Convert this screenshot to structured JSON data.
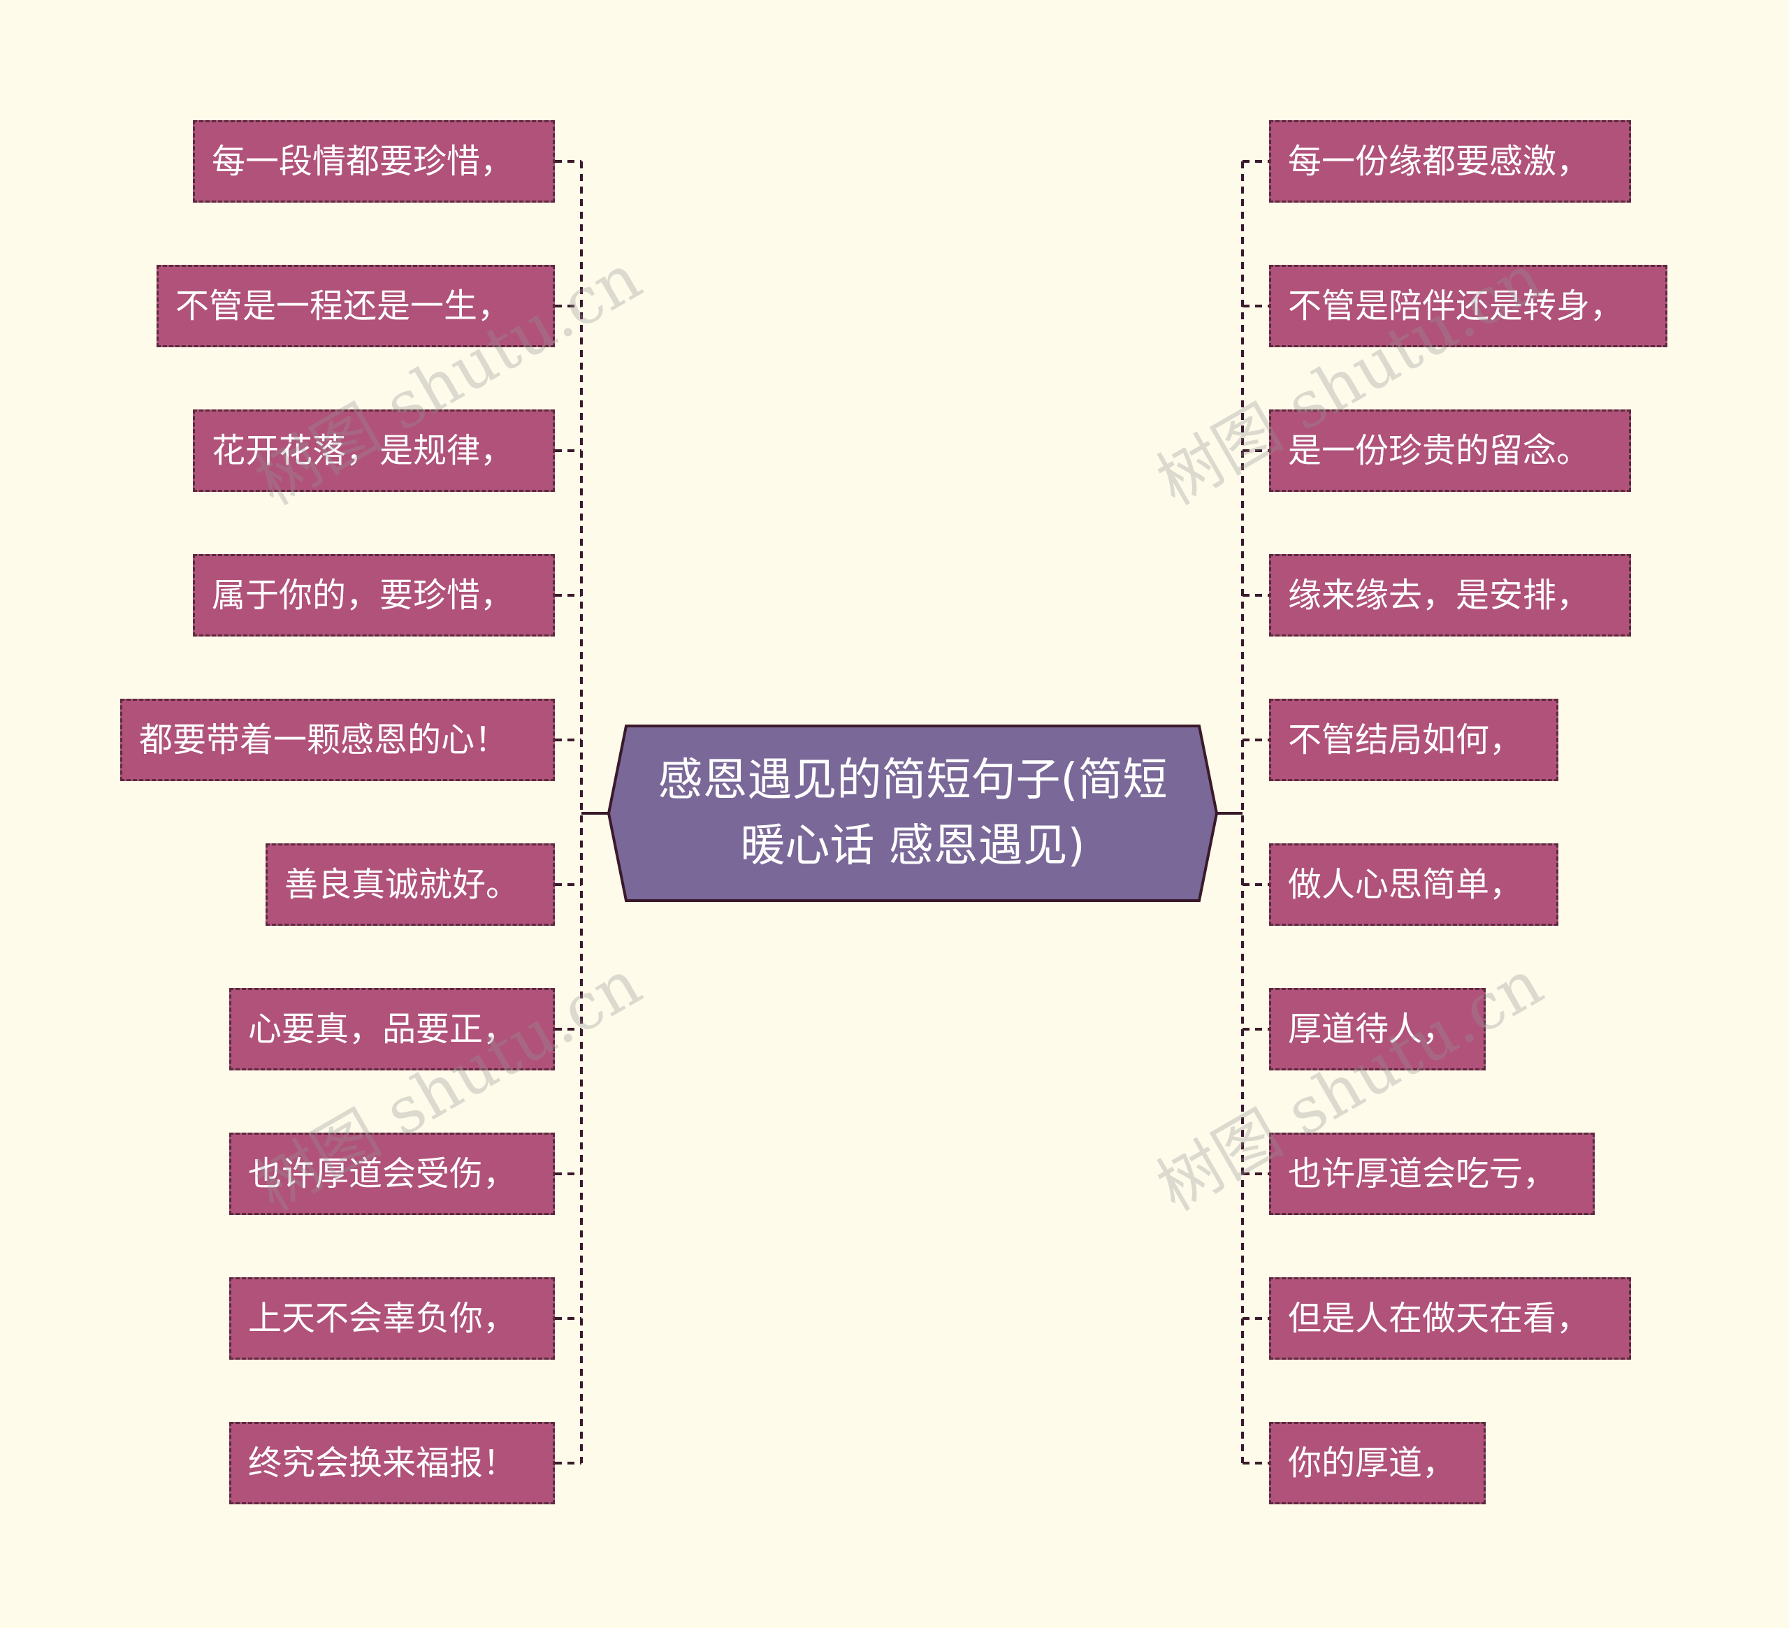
{
  "colors": {
    "background": "#FEFBEB",
    "node_fill": "#B0527A",
    "node_border": "#5A2A3C",
    "center_fill": "#7A6898",
    "center_border": "#3A1A2A",
    "line": "#3A1A2A"
  },
  "center": {
    "line1": "感恩遇见的简短句子(简短",
    "line2": "暖心话 感恩遇见)"
  },
  "left_nodes": [
    {
      "label": "每一段情都要珍惜，"
    },
    {
      "label": "不管是一程还是一生，"
    },
    {
      "label": "花开花落，是规律，"
    },
    {
      "label": "属于你的，要珍惜，"
    },
    {
      "label": "都要带着一颗感恩的心！"
    },
    {
      "label": "善良真诚就好。"
    },
    {
      "label": "心要真，品要正，"
    },
    {
      "label": "也许厚道会受伤，"
    },
    {
      "label": "上天不会辜负你，"
    },
    {
      "label": "终究会换来福报！"
    }
  ],
  "right_nodes": [
    {
      "label": "每一份缘都要感激，"
    },
    {
      "label": "不管是陪伴还是转身，"
    },
    {
      "label": "是一份珍贵的留念。"
    },
    {
      "label": "缘来缘去，是安排，"
    },
    {
      "label": "不管结局如何，"
    },
    {
      "label": "做人心思简单，"
    },
    {
      "label": "厚道待人，"
    },
    {
      "label": "也许厚道会吃亏，"
    },
    {
      "label": "但是人在做天在看，"
    },
    {
      "label": "你的厚道，"
    }
  ],
  "watermark": "树图 shutu.cn"
}
